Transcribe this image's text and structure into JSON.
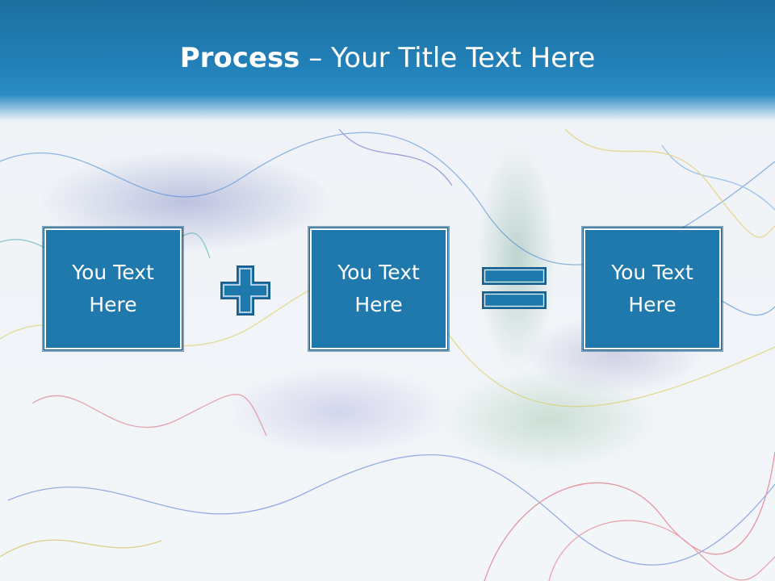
{
  "slide": {
    "title_bold": "Process",
    "title_rest": " – Your Title Text Here"
  },
  "boxes": [
    {
      "line1": "You Text",
      "line2": "Here"
    },
    {
      "line1": "You Text",
      "line2": "Here"
    },
    {
      "line1": "You Text",
      "line2": "Here"
    }
  ],
  "operators": [
    "plus-icon",
    "equals-icon"
  ],
  "colors": {
    "header": "#2281b8",
    "box_fill": "#1f79ad",
    "box_border": "#ffffff",
    "text": "#ffffff"
  }
}
